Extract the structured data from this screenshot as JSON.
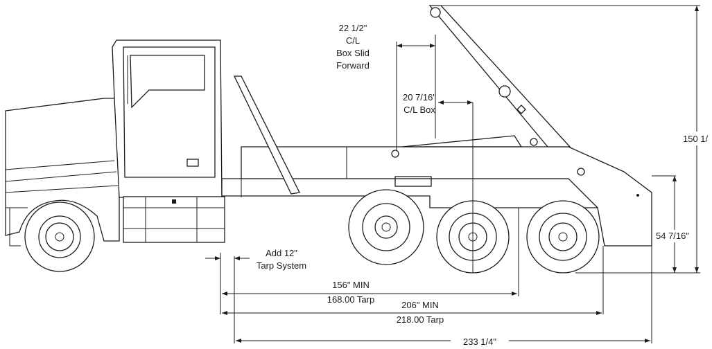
{
  "dimensions": {
    "slid_forward": {
      "value": "22 1/2\"",
      "line2": "C/L",
      "line3": "Box Slid",
      "line4": "Forward"
    },
    "cl_box": {
      "value": "20 7/16\"",
      "line2": "C/L Box"
    },
    "overall_height": {
      "value": "150 1/"
    },
    "frame_height": {
      "value": "54 7/16\""
    },
    "tarp_add": {
      "line1": "Add 12\"",
      "line2": "Tarp System"
    },
    "wheelbase_min": {
      "value": "156\" MIN",
      "tarp": "168.00 Tarp"
    },
    "length_min": {
      "value": "206\" MIN",
      "tarp": "218.00 Tarp"
    },
    "overall_length": {
      "value": "233 1/4\""
    }
  }
}
